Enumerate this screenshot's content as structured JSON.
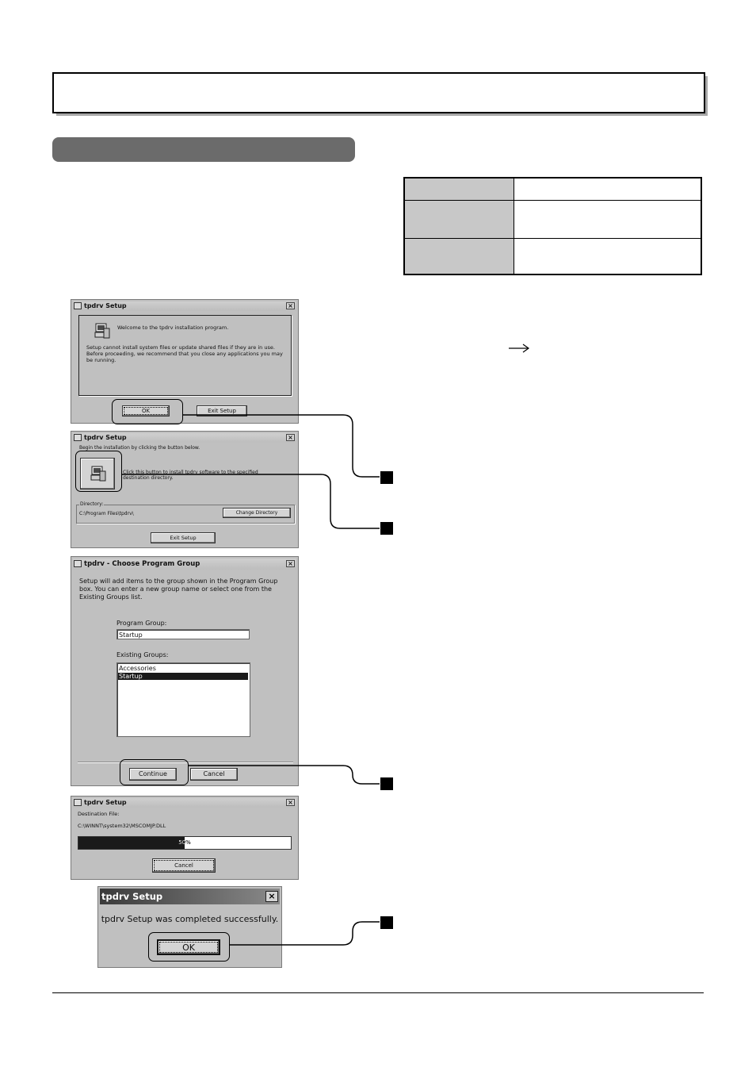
{
  "dialog_welcome": {
    "title": "tpdrv Setup",
    "heading": "Welcome to the tpdrv installation program.",
    "body": "Setup cannot install system files or update shared files if they are in use. Before proceeding, we recommend that you close any applications you may be running.",
    "ok_label": "OK",
    "exit_label": "Exit Setup"
  },
  "dialog_install": {
    "title": "tpdrv Setup",
    "intro": "Begin the installation by clicking the button below.",
    "install_hint": "Click this button to install tpdrv software to the specified destination directory.",
    "directory_label": "Directory:",
    "directory_value": "C:\\Program Files\\tpdrv\\",
    "change_dir_label": "Change Directory",
    "exit_label": "Exit Setup"
  },
  "dialog_group": {
    "title": "tpdrv - Choose Program Group",
    "intro": "Setup will add items to the group shown in the Program Group box. You can enter a new group name or select one from the Existing Groups list.",
    "program_group_label": "Program Group:",
    "program_group_value": "Startup",
    "existing_groups_label": "Existing Groups:",
    "groups": [
      "Accessories",
      "Startup"
    ],
    "selected_group": "Startup",
    "continue_label": "Continue",
    "cancel_label": "Cancel"
  },
  "dialog_copy": {
    "title": "tpdrv Setup",
    "dest_label": "Destination File:",
    "dest_value": "C:\\WINNT\\system32\\MSCOMJP.DLL",
    "progress": 0.5,
    "progress_text": "50%",
    "cancel_label": "Cancel"
  },
  "dialog_done": {
    "title": "tpdrv Setup",
    "message": "tpdrv Setup was completed successfully.",
    "ok_label": "OK"
  },
  "colors": {
    "section_bar": "#6b6b6b",
    "table_label_bg": "#c8c8c8",
    "dialog_face": "#c0c0c0",
    "progress_fill": "#1a1a1a",
    "selection": "#1a1a1a"
  }
}
